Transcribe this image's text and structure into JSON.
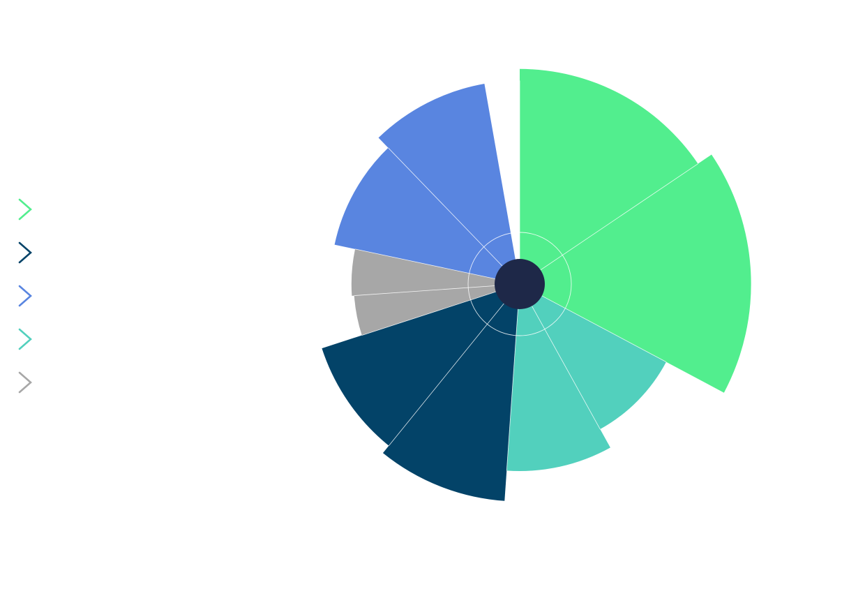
{
  "chart_data": {
    "type": "polar-area",
    "title": "",
    "legend": {
      "position": "left",
      "items": [
        {
          "label": "",
          "color": "#52ee8e",
          "icon": "chevron-right-icon"
        },
        {
          "label": "",
          "color": "#034368",
          "icon": "chevron-right-icon"
        },
        {
          "label": "",
          "color": "#5985e0",
          "icon": "chevron-right-icon"
        },
        {
          "label": "",
          "color": "#52d0bd",
          "icon": "chevron-right-icon"
        },
        {
          "label": "",
          "color": "#a7a7a7",
          "icon": "chevron-right-icon"
        }
      ]
    },
    "rmax": 100,
    "segments": [
      {
        "group": 0,
        "value": 92,
        "sweep": 56
      },
      {
        "group": 0,
        "value": 99,
        "sweep": 62
      },
      {
        "group": 3,
        "value": 71,
        "sweep": 33
      },
      {
        "group": 3,
        "value": 80,
        "sweep": 33
      },
      {
        "group": 1,
        "value": 93,
        "sweep": 35
      },
      {
        "group": 1,
        "value": 89,
        "sweep": 33
      },
      {
        "group": 4,
        "value": 71,
        "sweep": 14
      },
      {
        "group": 4,
        "value": 72,
        "sweep": 16
      },
      {
        "group": 2,
        "value": 81,
        "sweep": 34
      },
      {
        "group": 2,
        "value": 87,
        "sweep": 34
      }
    ],
    "center_color": "#1e2848"
  }
}
